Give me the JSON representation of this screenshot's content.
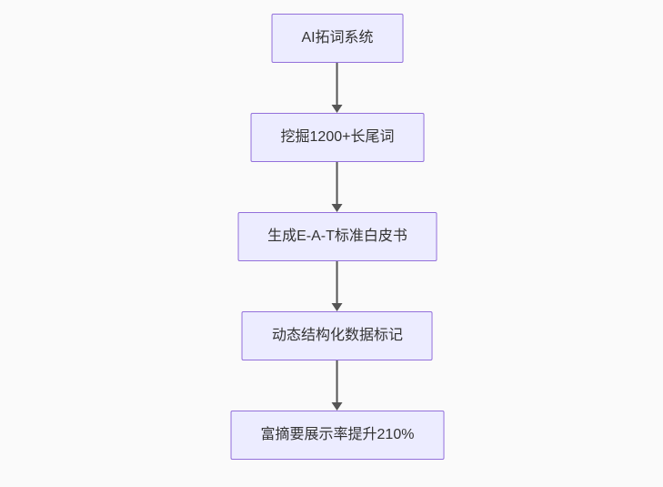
{
  "flowchart": {
    "type": "flowchart",
    "direction": "top-down",
    "nodes": [
      {
        "label": "AI拓词系统"
      },
      {
        "label": "挖掘1200+长尾词"
      },
      {
        "label": "生成E-A-T标准白皮书"
      },
      {
        "label": "动态结构化数据标记"
      },
      {
        "label": "富摘要展示率提升210%"
      }
    ],
    "edges": [
      {
        "from": 0,
        "to": 1
      },
      {
        "from": 1,
        "to": 2
      },
      {
        "from": 2,
        "to": 3
      },
      {
        "from": 3,
        "to": 4
      }
    ],
    "colors": {
      "node_fill": "#ececff",
      "node_border": "#9370db",
      "text": "#333333",
      "arrow": "#555555",
      "background": "#fafafa"
    }
  }
}
